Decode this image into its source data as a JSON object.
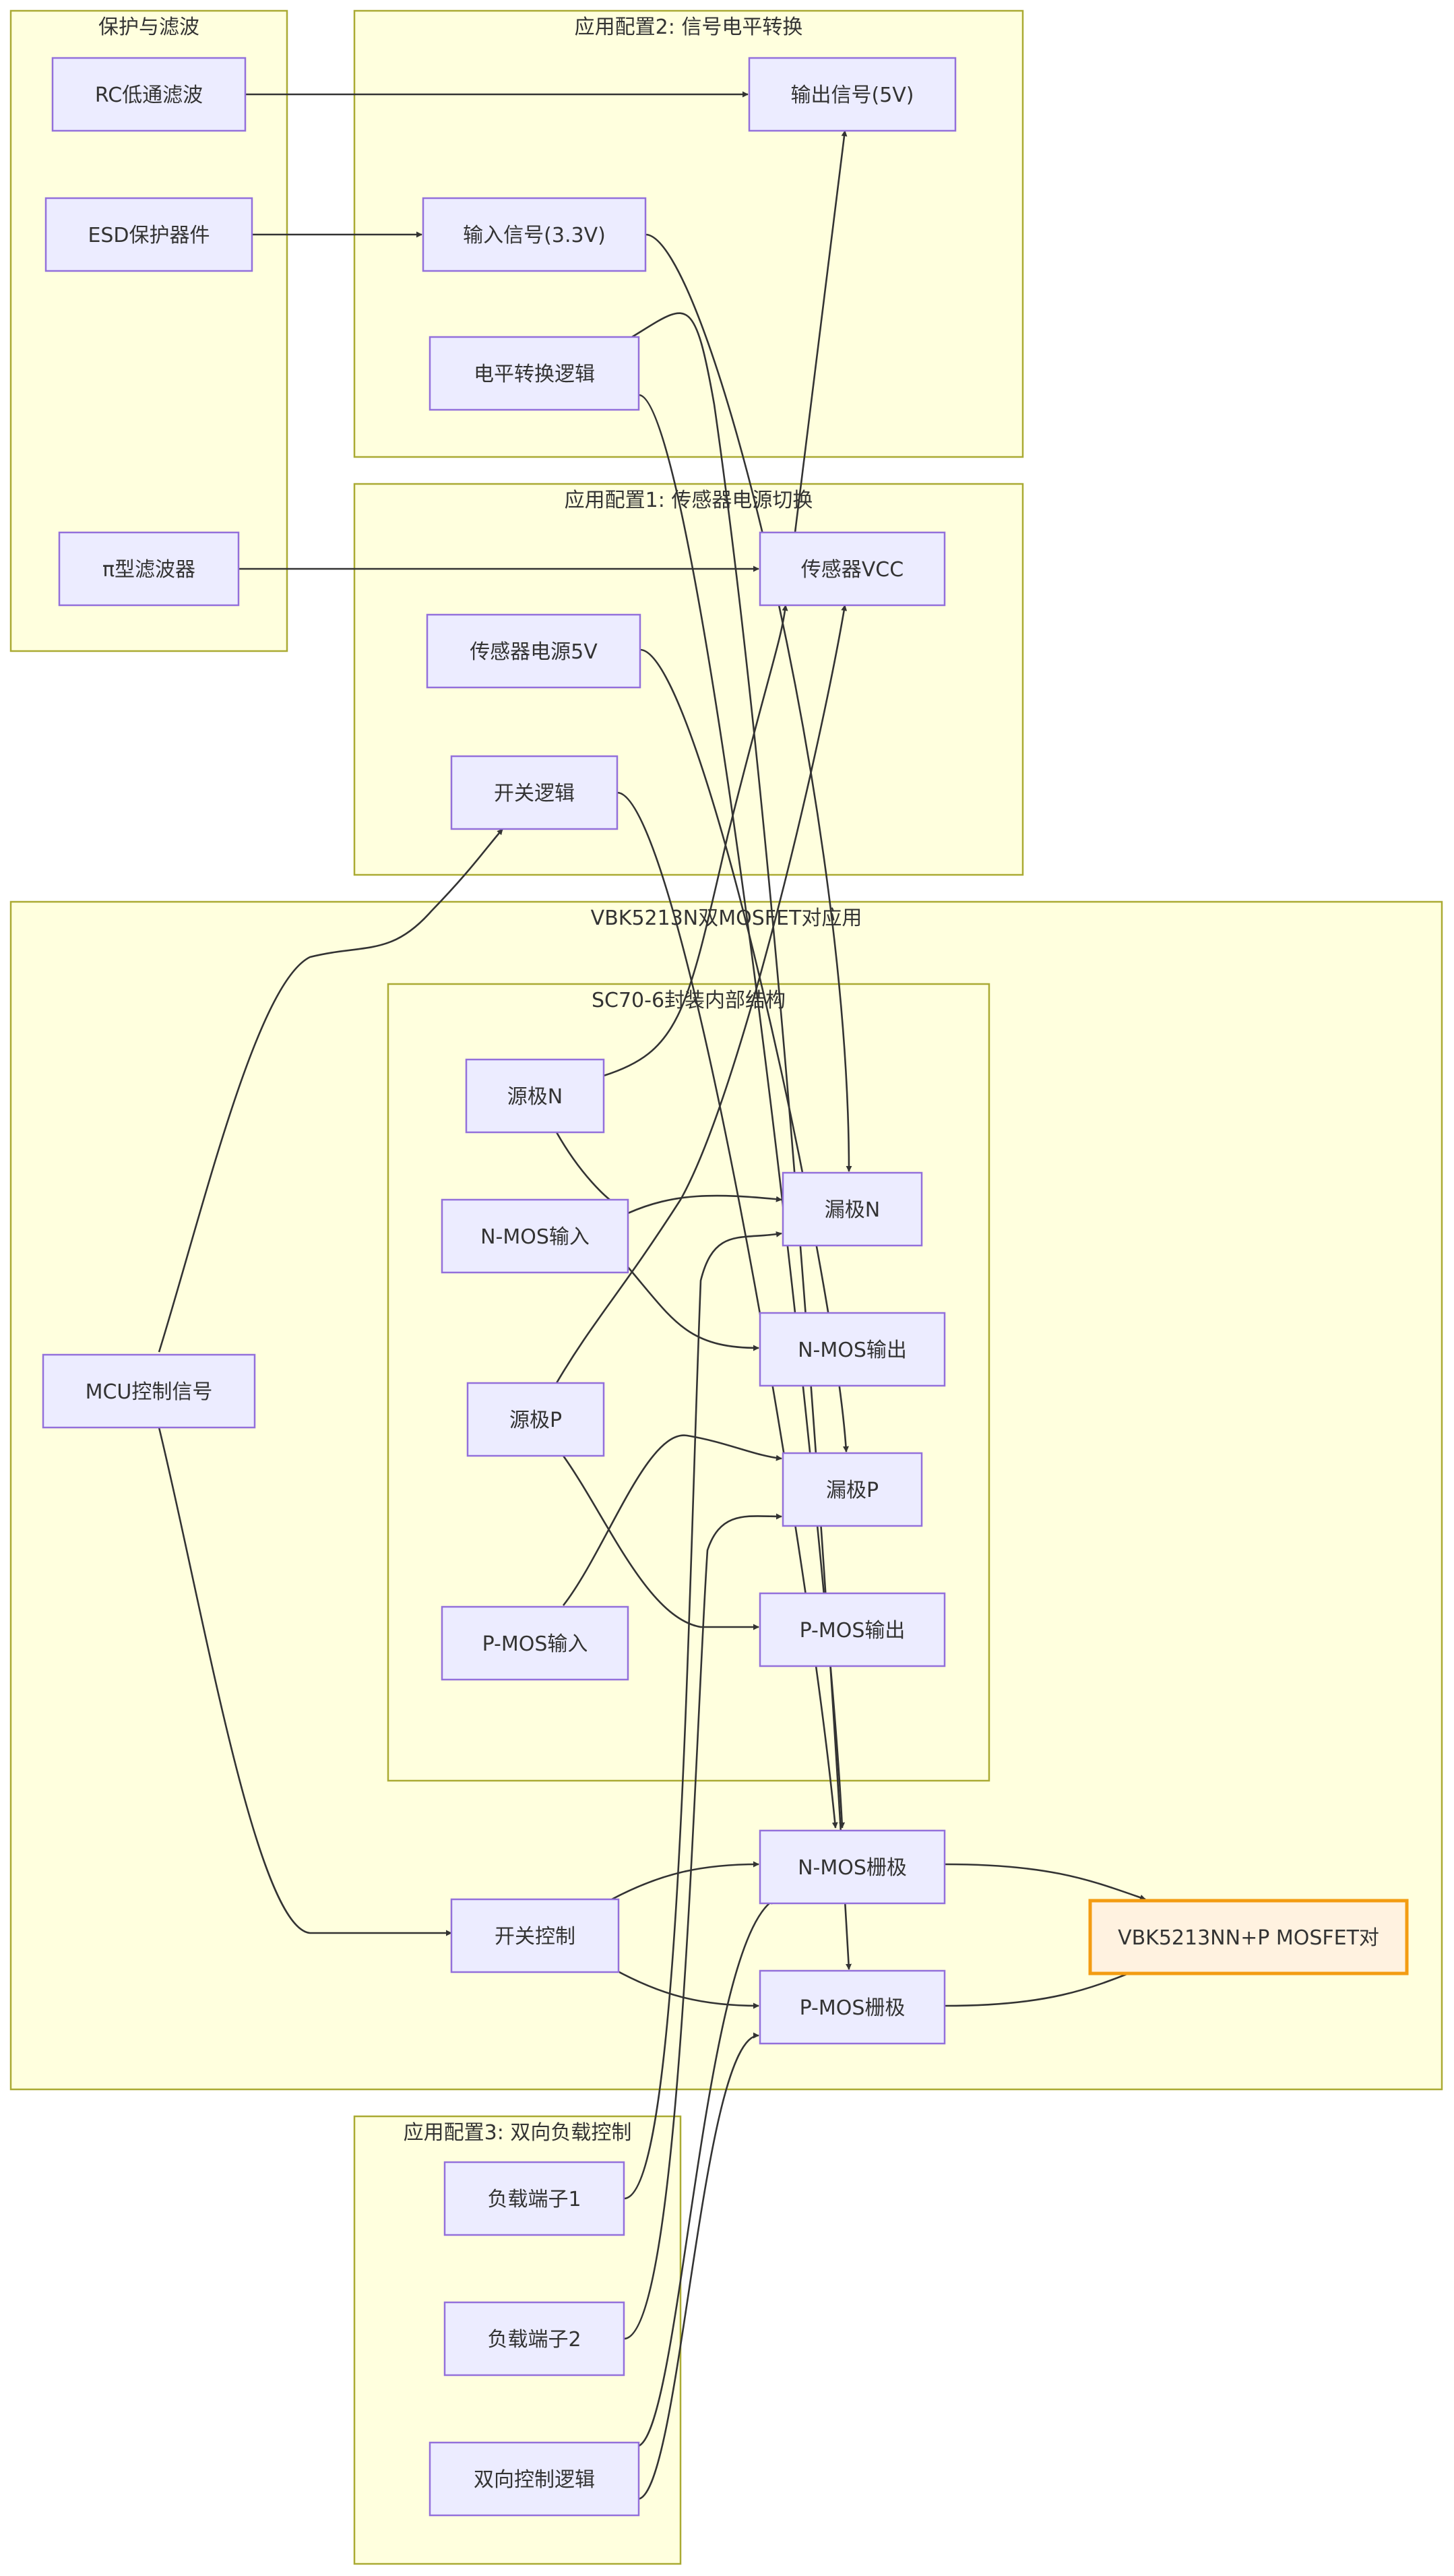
{
  "clusters": {
    "protect": "保护与滤波",
    "app2": "应用配置2: 信号电平转换",
    "app1": "应用配置1: 传感器电源切换",
    "main": "VBK5213N双MOSFET对应用",
    "sc70": "SC70-6封装内部结构",
    "app3": "应用配置3: 双向负载控制"
  },
  "nodes": {
    "rc_filter": "RC低通滤波",
    "esd": "ESD保护器件",
    "pi_filter": "π型滤波器",
    "out_5v": "输出信号(5V)",
    "in_33v": "输入信号(3.3V)",
    "level_logic": "电平转换逻辑",
    "sensor_vcc": "传感器VCC",
    "sensor_5v": "传感器电源5V",
    "switch_logic": "开关逻辑",
    "source_n": "源极N",
    "nmos_in": "N-MOS输入",
    "drain_n": "漏极N",
    "nmos_out": "N-MOS输出",
    "source_p": "源极P",
    "drain_p": "漏极P",
    "pmos_in": "P-MOS输入",
    "pmos_out": "P-MOS输出",
    "mcu": "MCU控制信号",
    "switch_ctrl": "开关控制",
    "nmos_gate": "N-MOS栅极",
    "pmos_gate": "P-MOS栅极",
    "vbk": "VBK5213NN+P MOSFET对",
    "load1": "负载端子1",
    "load2": "负载端子2",
    "bidir": "双向控制逻辑"
  }
}
